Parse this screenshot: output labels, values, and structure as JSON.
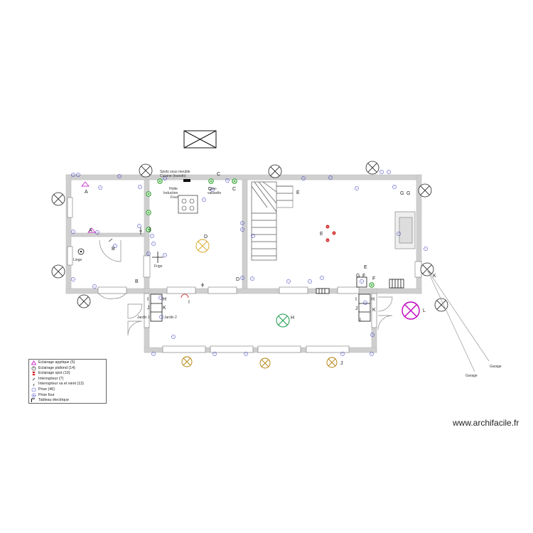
{
  "room_labels": {
    "sdb": "Linge",
    "frigo": "Frigo",
    "hotte": "Hotte",
    "induction": "Induction",
    "four": "Four",
    "spots": "Spots sous meuble",
    "cuisine": "Cuisine (transfo)",
    "lave": "Lave-",
    "vaisselle": "vaisselle",
    "jardin1": "Jardin 1",
    "jardin2": "Jardin 2",
    "garage1": "Garage",
    "garage2": "Garage"
  },
  "circuits": {
    "A": "A",
    "B": "B",
    "C": "C",
    "D": "D",
    "E": "E",
    "F": "F",
    "G": "G",
    "H": "H",
    "I": "I",
    "J": "J",
    "K": "K",
    "L": "L"
  },
  "legend": [
    {
      "icon": "wall-light-icon",
      "label": "Eclairage applique (5)",
      "color": "#c000c0"
    },
    {
      "icon": "ceiling-light-icon",
      "label": "Eclairage plafond (14)",
      "color": "#d4a017"
    },
    {
      "icon": "spot-light-icon",
      "label": "Eclairage spot (10)",
      "color": "#d40000"
    },
    {
      "icon": "switch-icon",
      "label": "Interrupteur (7)",
      "color": "#000000"
    },
    {
      "icon": "two-way-switch-icon",
      "label": "Interrupteur va et vient (13)",
      "color": "#000000"
    },
    {
      "icon": "socket-icon",
      "label": "Prise (46)",
      "color": "#2020c0"
    },
    {
      "icon": "oven-socket-icon",
      "label": "Prise four",
      "color": "#2020c0"
    },
    {
      "icon": "electrical-panel-icon",
      "label": "Tableau électrique",
      "color": "#000000"
    }
  ],
  "watermark": "www.archifacile.fr"
}
